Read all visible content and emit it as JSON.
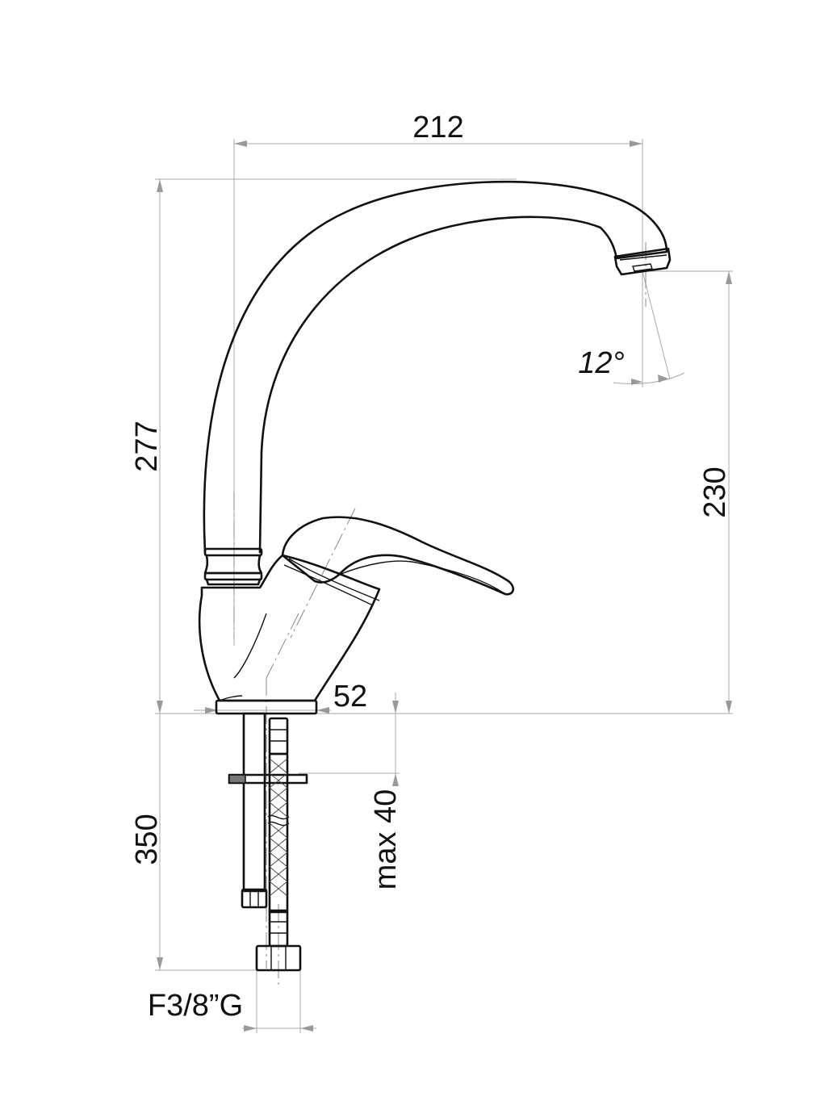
{
  "dimensions": {
    "spout_reach": "212",
    "total_height": "277",
    "spout_height": "230",
    "spout_angle": "12°",
    "base_diameter": "52",
    "max_deck_thickness": "max 40",
    "hose_length": "350",
    "hose_thread": "F3/8”G"
  }
}
